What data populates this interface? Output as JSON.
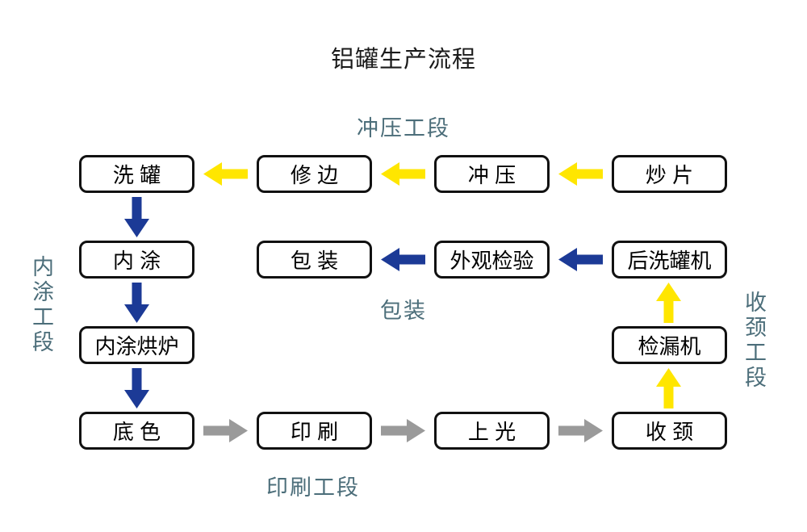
{
  "title": "铝罐生产流程",
  "section_labels": {
    "stamping": "冲压工段",
    "inner_coating": "内涂工段",
    "packing": "包装",
    "printing": "印刷工段",
    "necking": "收颈工段"
  },
  "nodes": {
    "wash_can": "洗 罐",
    "trim": "修 边",
    "stamping": "冲 压",
    "sheet_fry": "炒 片",
    "packing": "包 装",
    "visual_inspection": "外观检验",
    "post_wash_machine": "后洗罐机",
    "inner_coating": "内 涂",
    "inner_coating_oven": "内涂烘炉",
    "leak_detector": "检漏机",
    "base_coat": "底 色",
    "printing": "印 刷",
    "varnishing": "上 光",
    "necking": "收 颈"
  },
  "flow": [
    {
      "from": "炒片",
      "to": "冲压",
      "arrow_color": "yellow",
      "direction": "left"
    },
    {
      "from": "冲压",
      "to": "修边",
      "arrow_color": "yellow",
      "direction": "left"
    },
    {
      "from": "修边",
      "to": "洗罐",
      "arrow_color": "yellow",
      "direction": "left"
    },
    {
      "from": "洗罐",
      "to": "内涂",
      "arrow_color": "blue",
      "direction": "down"
    },
    {
      "from": "内涂",
      "to": "内涂烘炉",
      "arrow_color": "blue",
      "direction": "down"
    },
    {
      "from": "内涂烘炉",
      "to": "底色",
      "arrow_color": "blue",
      "direction": "down"
    },
    {
      "from": "底色",
      "to": "印刷",
      "arrow_color": "gray",
      "direction": "right"
    },
    {
      "from": "印刷",
      "to": "上光",
      "arrow_color": "gray",
      "direction": "right"
    },
    {
      "from": "上光",
      "to": "收颈",
      "arrow_color": "gray",
      "direction": "right"
    },
    {
      "from": "收颈",
      "to": "检漏机",
      "arrow_color": "yellow",
      "direction": "up"
    },
    {
      "from": "检漏机",
      "to": "后洗罐机",
      "arrow_color": "yellow",
      "direction": "up"
    },
    {
      "from": "后洗罐机",
      "to": "外观检验",
      "arrow_color": "blue",
      "direction": "left"
    },
    {
      "from": "外观检验",
      "to": "包装",
      "arrow_color": "blue",
      "direction": "left"
    }
  ],
  "colors": {
    "arrow-yellow": "#ffe600",
    "arrow-blue": "#1c3a96",
    "arrow-gray": "#9a9a9a",
    "section-label": "#4c6e7a",
    "box-border": "#111111",
    "box-bg": "#ffffff",
    "title-text": "#1a1a1a",
    "background": "#ffffff"
  }
}
